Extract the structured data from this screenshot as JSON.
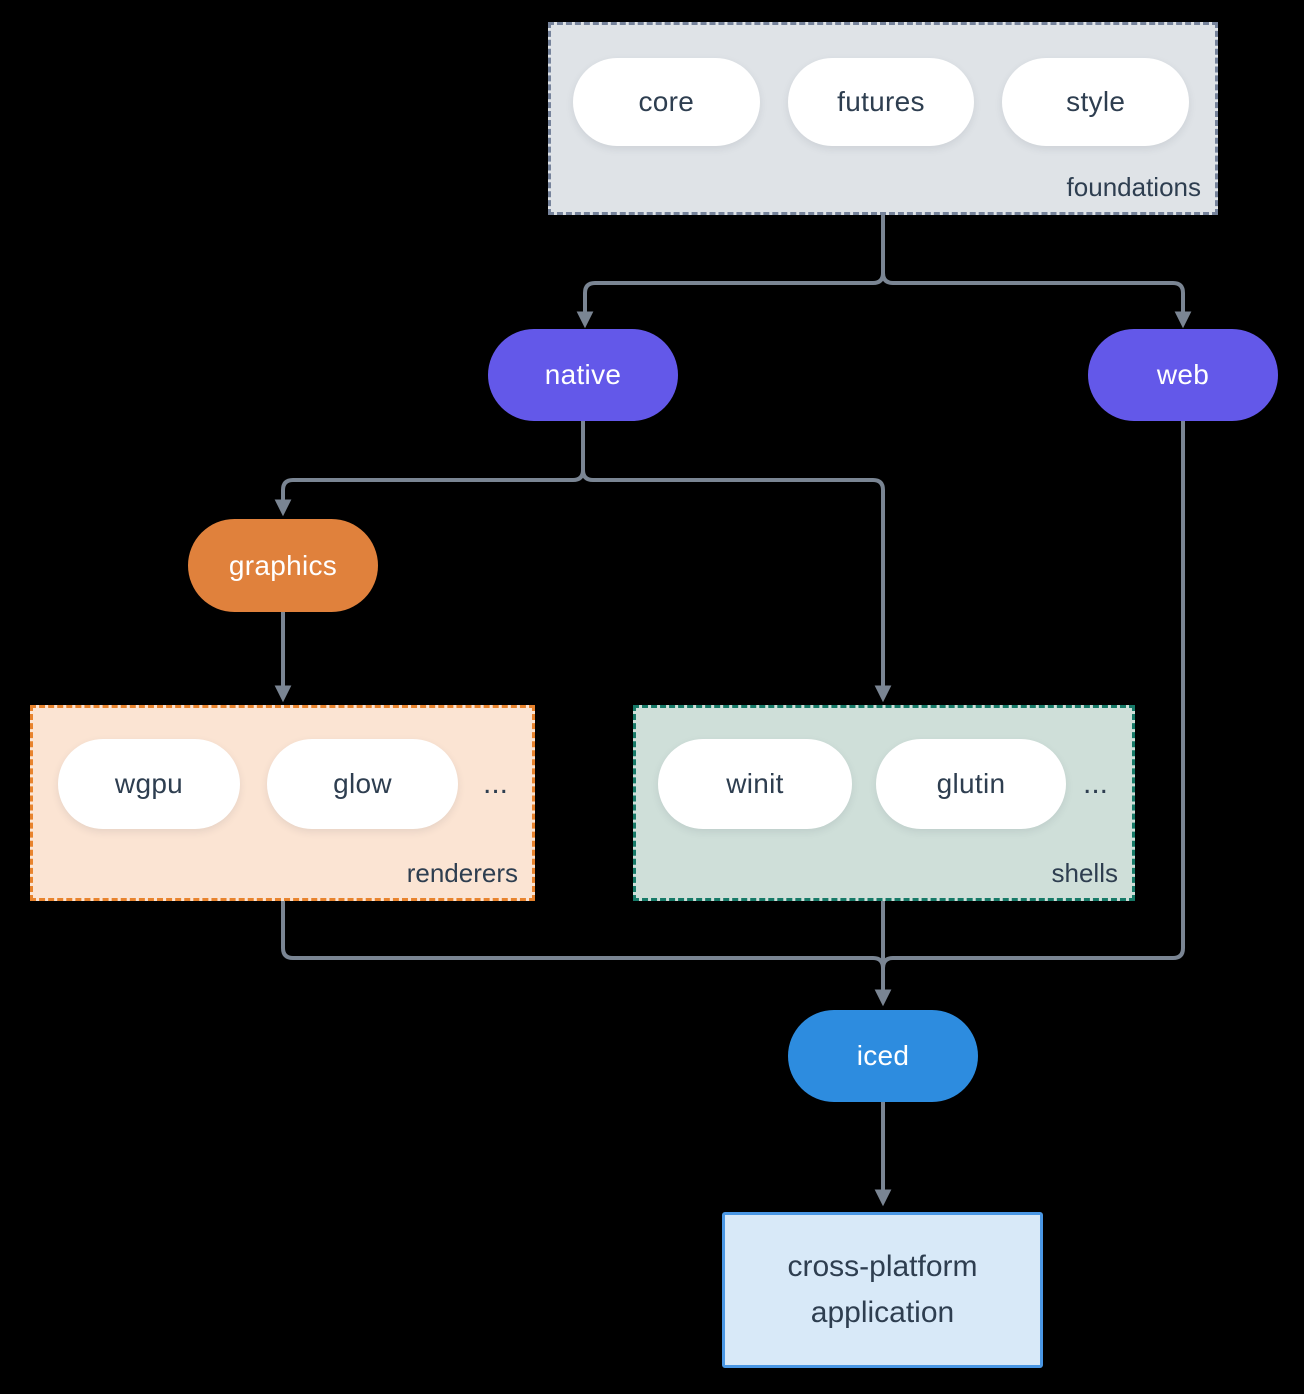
{
  "colors": {
    "bg": "#000000",
    "line": "#7a8593",
    "text-dark": "#2e3e50",
    "pill-white": "#ffffff",
    "purple": "#6358e9",
    "orange": "#e0813c",
    "blue": "#2d8cdf",
    "foundations-fill": "#dfe3e7",
    "foundations-border": "#76839b",
    "renderers-fill": "#fbe4d3",
    "renderers-border": "#e8832d",
    "shells-fill": "#cfdfd9",
    "shells-border": "#177a68",
    "app-fill": "#d8e9f8",
    "app-border": "#4a97e4"
  },
  "groups": {
    "foundations": {
      "label": "foundations",
      "items": [
        "core",
        "futures",
        "style"
      ]
    },
    "renderers": {
      "label": "renderers",
      "items": [
        "wgpu",
        "glow"
      ],
      "ellipsis": "..."
    },
    "shells": {
      "label": "shells",
      "items": [
        "winit",
        "glutin"
      ],
      "ellipsis": "..."
    }
  },
  "nodes": {
    "native": {
      "label": "native"
    },
    "web": {
      "label": "web"
    },
    "graphics": {
      "label": "graphics"
    },
    "iced": {
      "label": "iced"
    },
    "application": {
      "label": "cross-platform application"
    }
  }
}
